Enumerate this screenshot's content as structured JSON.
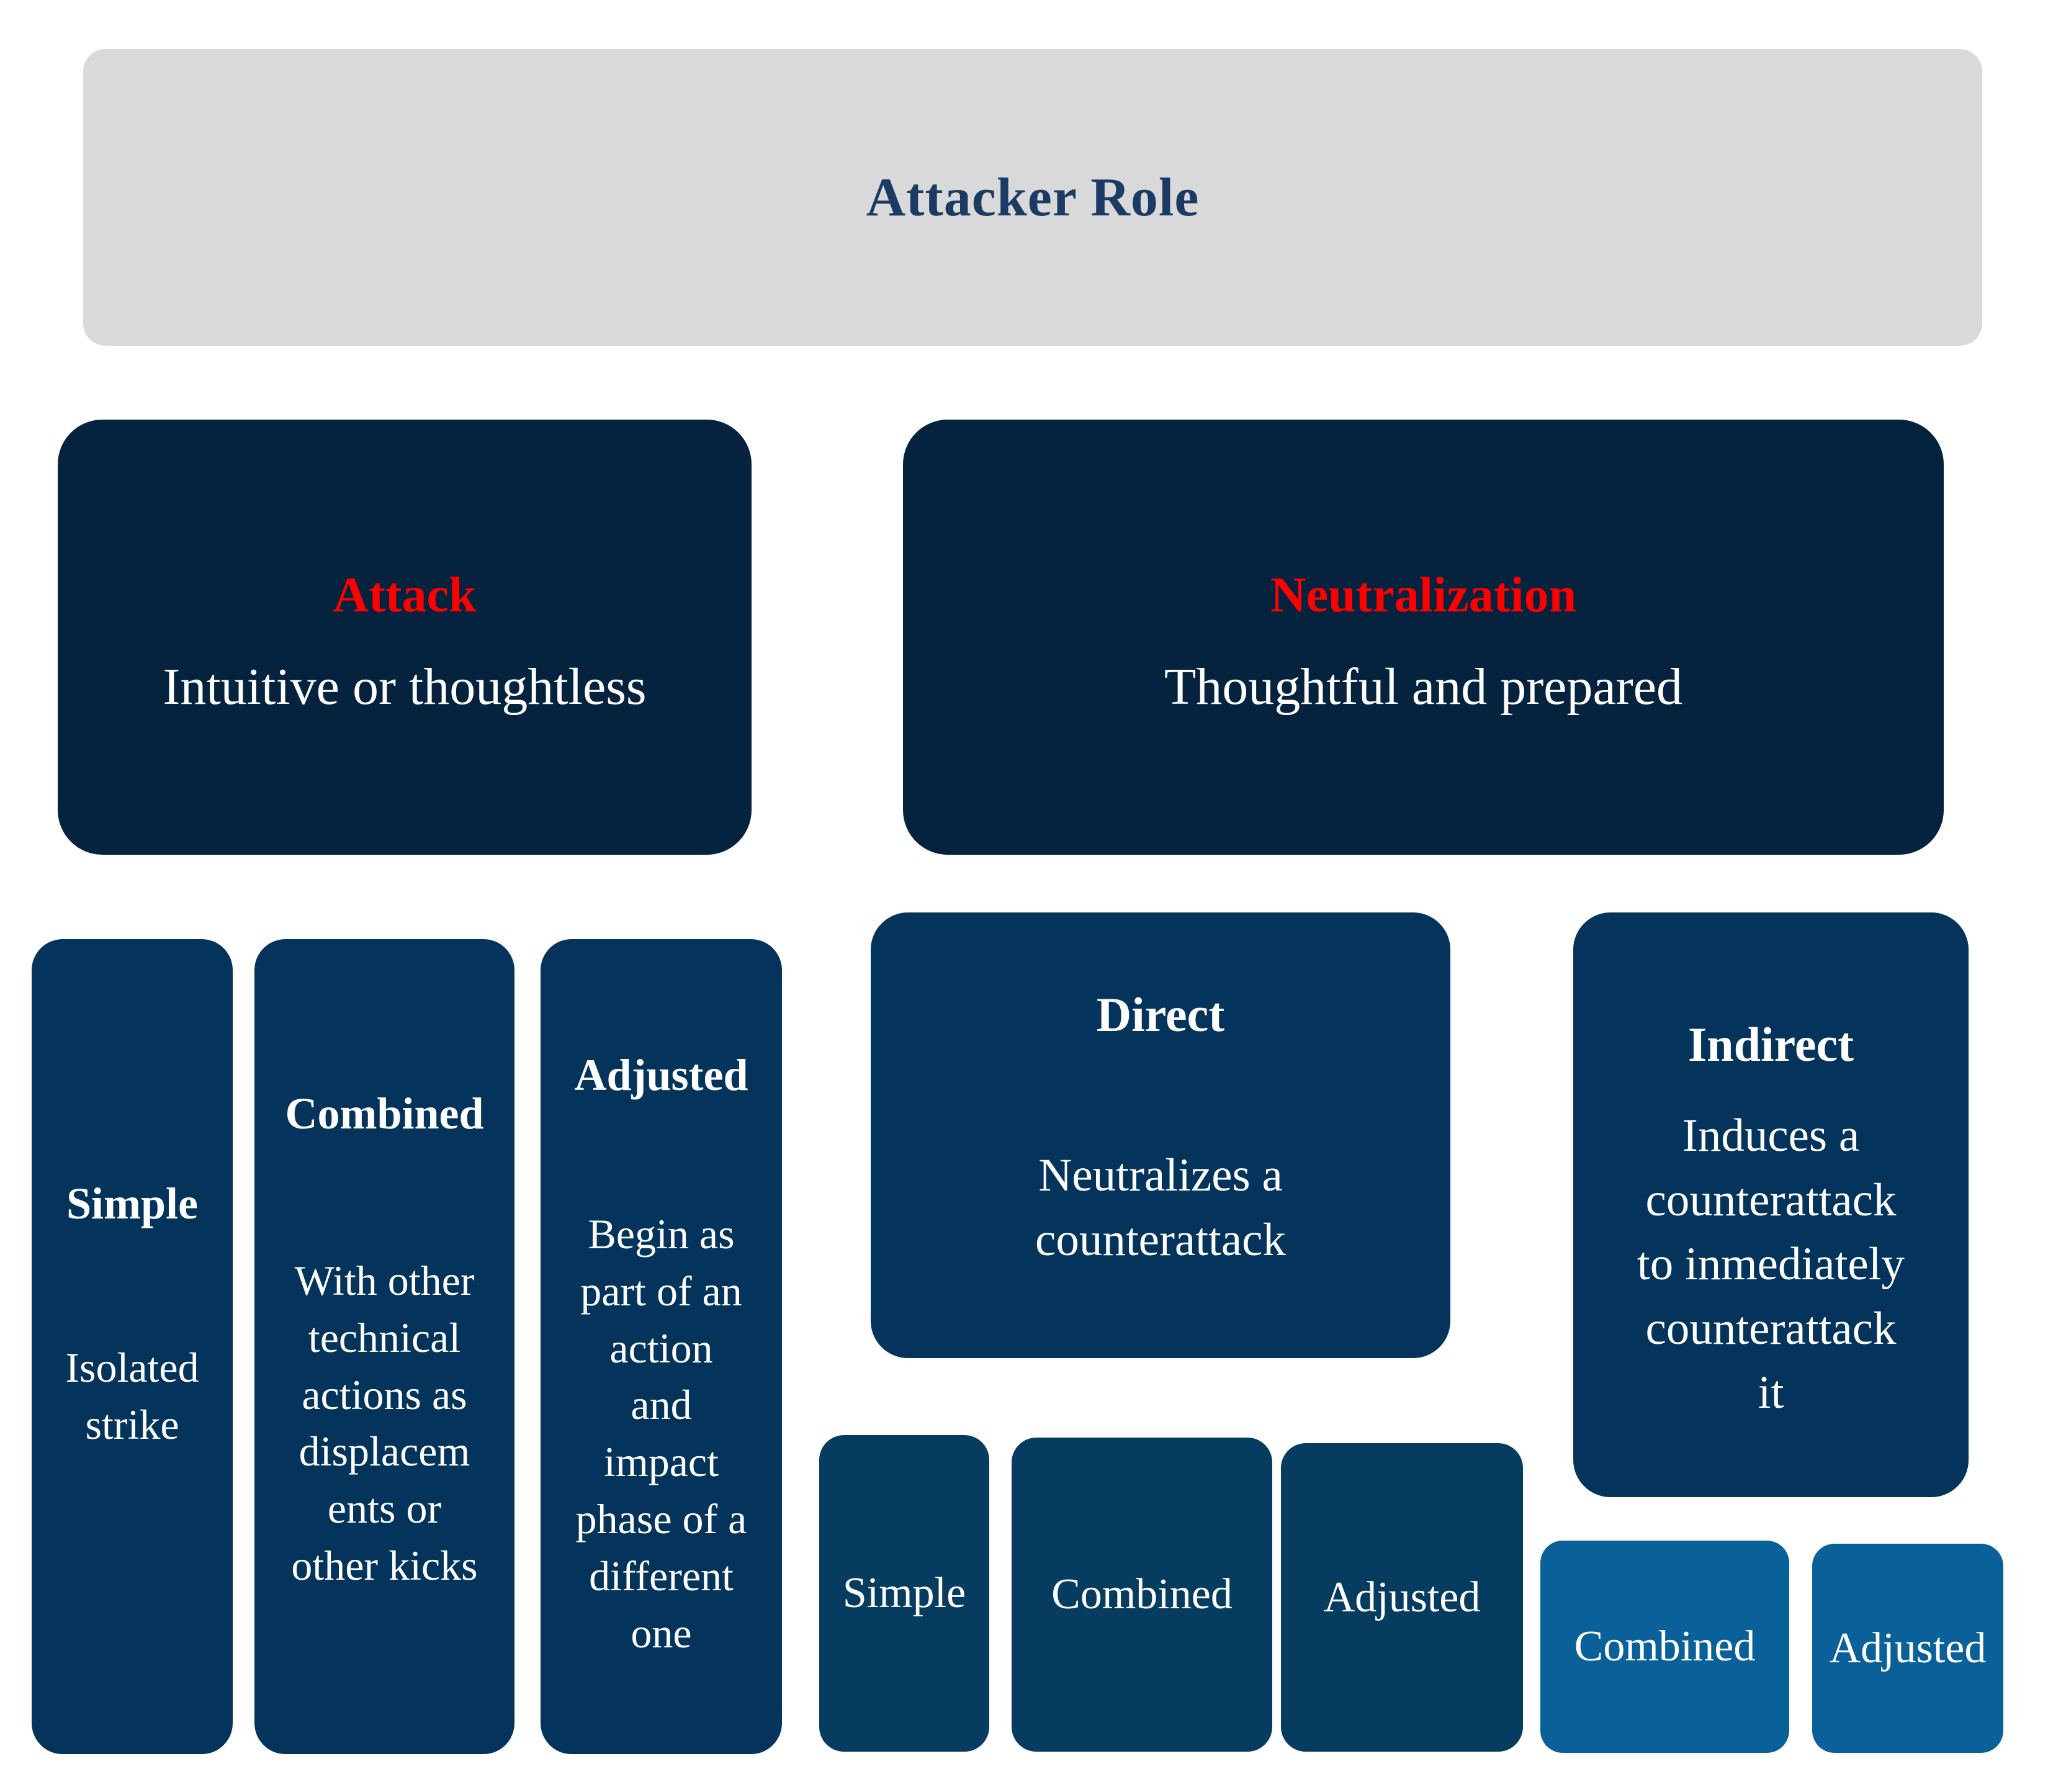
{
  "colors": {
    "header_bg": "#D9D9D9",
    "header_text": "#1B3A64",
    "level1_bg": "#05223E",
    "level1_accent_red": "#FF0000",
    "level2_bg": "#04345C",
    "level3_bg": "#063C60",
    "level4_bg": "#0A6199",
    "body_text": "#FFFFFF"
  },
  "header": {
    "title": "Attacker Role"
  },
  "attack": {
    "title": "Attack",
    "subtitle": "Intuitive or thoughtless",
    "children": [
      {
        "title": "Simple",
        "body": "Isolated\nstrike"
      },
      {
        "title": "Combined",
        "body": "With other\ntechnical\nactions as\ndisplacem\nents or\nother kicks"
      },
      {
        "title": "Adjusted",
        "body": "Begin as\npart of an\naction\nand\nimpact\nphase of a\ndifferent\none"
      }
    ]
  },
  "neutralization": {
    "title": "Neutralization",
    "subtitle": "Thoughtful and prepared",
    "children": [
      {
        "title": "Direct",
        "body": "Neutralizes a\ncounterattack",
        "leaves": [
          "Simple",
          "Combined",
          "Adjusted"
        ]
      },
      {
        "title": "Indirect",
        "body": "Induces a\ncounterattack\nto inmediately\ncounterattack\nit",
        "leaves": [
          "Combined",
          "Adjusted"
        ]
      }
    ]
  }
}
